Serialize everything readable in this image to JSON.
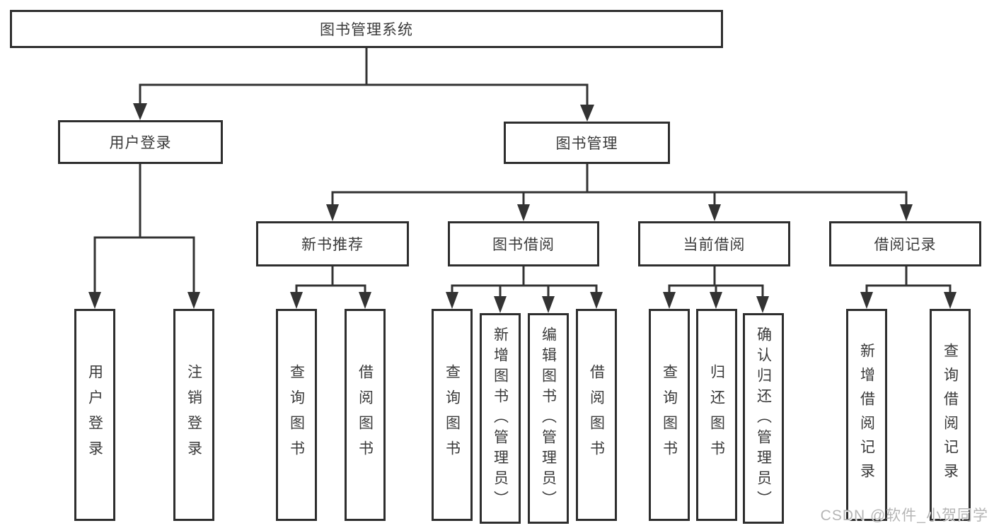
{
  "tree": {
    "label": "图书管理系统",
    "children": [
      {
        "label": "用户登录",
        "children": [
          {
            "label": "用户登录"
          },
          {
            "label": "注销登录"
          }
        ]
      },
      {
        "label": "图书管理",
        "children": [
          {
            "label": "新书推荐",
            "children": [
              {
                "label": "查询图书"
              },
              {
                "label": "借阅图书"
              }
            ]
          },
          {
            "label": "图书借阅",
            "children": [
              {
                "label": "查询图书"
              },
              {
                "label": "新增图书（管理员）"
              },
              {
                "label": "编辑图书（管理员）"
              },
              {
                "label": "借阅图书"
              }
            ]
          },
          {
            "label": "当前借阅",
            "children": [
              {
                "label": "查询图书"
              },
              {
                "label": "归还图书"
              },
              {
                "label": "确认归还（管理员）"
              }
            ]
          },
          {
            "label": "借阅记录",
            "children": [
              {
                "label": "新增借阅记录"
              },
              {
                "label": "查询借阅记录"
              }
            ]
          }
        ]
      }
    ]
  },
  "watermark": {
    "text": "CSDN @软件_小贺同学"
  },
  "colors": {
    "line": "#333333",
    "box_border": "#2e2e2e",
    "text": "#3a3a3a",
    "watermark": "#b5b5b5",
    "background": "#ffffff"
  }
}
